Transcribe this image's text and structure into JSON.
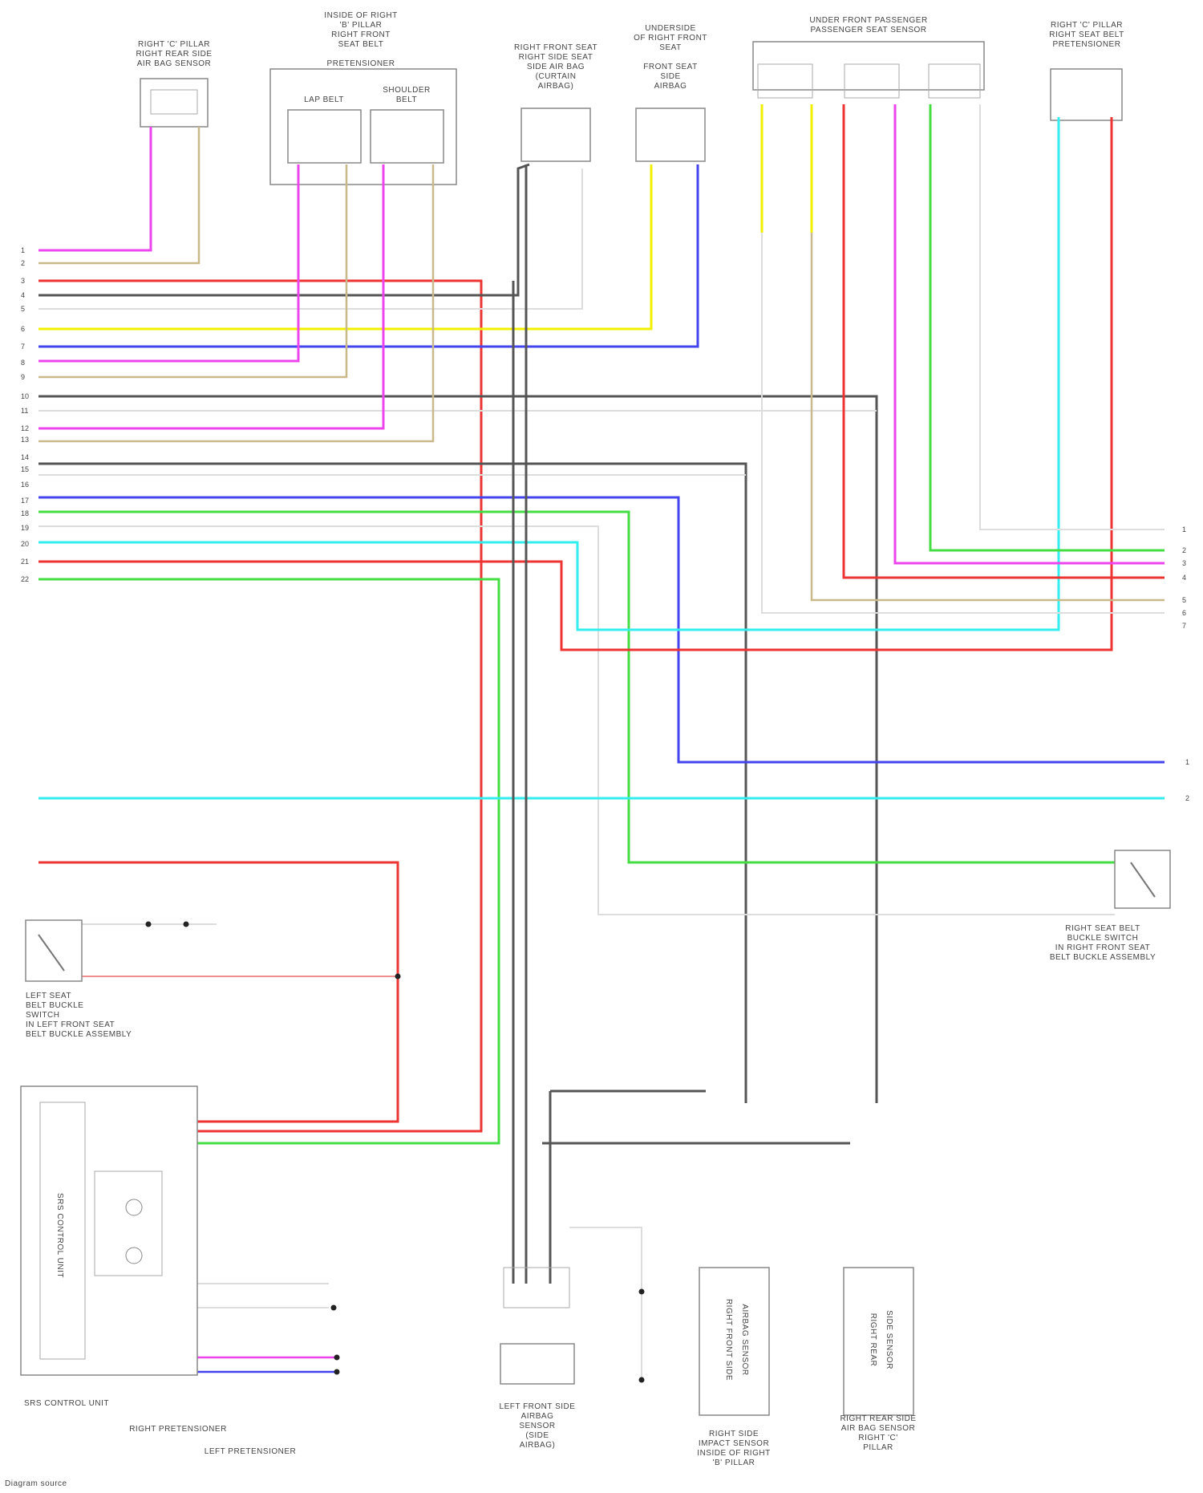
{
  "diagram": {
    "background": "#ffffff",
    "wire_colors": {
      "pink": "#ee44ee",
      "tan": "#c8b88a",
      "red": "#ee3333",
      "gray": "#888888",
      "darkgray": "#555555",
      "yellow": "#f0f000",
      "blue": "#4444ee",
      "green": "#44dd44",
      "cyan": "#33eeee",
      "white": "#dddddd",
      "lightred": "#f09090"
    },
    "components": [
      {
        "id": "rear-pillar-sensor-right",
        "label": "RIGHT 'C' PILLAR / RIGHT REAR SIDE / AIR BAG SENSOR"
      },
      {
        "id": "seat-belt-pretensioner-right",
        "label": "INSIDE OF RIGHT 'B' PILLAR / RIGHT FRONT SEAT BELT PRETENSIONER"
      },
      {
        "id": "side-airbag-right",
        "label": "RIGHT FRONT SEAT / RIGHT SIDE / AIRBAG"
      },
      {
        "id": "front-passenger-airbag",
        "label": "UNDERSIDE OF RIGHT FRONT / SEAT / PASSENGER / AIRBAG"
      },
      {
        "id": "occupant-detection-module",
        "label": "UNDER FRONT PASSENGER / PASSENGER SEAT SENSOR"
      },
      {
        "id": "right-seat-belt-pretensioner",
        "label": "RIGHT 'C' PILLAR / RIGHT SEAT BELT / PRETENSIONER"
      },
      {
        "id": "right-seat-belt-buckle-switch",
        "label": "RIGHT SEAT BELT / BUCKLE SWITCH"
      },
      {
        "id": "left-seat-belt-buckle-switch",
        "label": "LEFT SEAT BELT BUCKLE / SWITCH"
      },
      {
        "id": "srs-control-unit",
        "label": "SRS CONTROL UNIT"
      },
      {
        "id": "airbag-sensor-left",
        "label": "LEFT FRONT / SIDE AIR BAG SENSOR"
      },
      {
        "id": "airbag-sensor-right-front",
        "label": "RIGHT FRONT SIDE / AIR BAG SENSOR"
      },
      {
        "id": "rear-airbag-sensor",
        "label": "RIGHT REAR SIDE / AIR BAG SENSOR"
      }
    ],
    "left_pin_numbers": [
      "1",
      "2",
      "3",
      "4",
      "5",
      "6",
      "7",
      "8",
      "9",
      "10",
      "11",
      "12",
      "13",
      "14",
      "15",
      "16",
      "17",
      "18",
      "19",
      "20",
      "21",
      "22"
    ],
    "right_pin_numbers": [
      "1",
      "2",
      "3",
      "4",
      "5",
      "6",
      "7"
    ],
    "far_right_pin_numbers": [
      "1",
      "2"
    ],
    "bottom_labels": [
      "RIGHT PRETENSIONER",
      "LEFT PRETENSIONER"
    ],
    "footer_note": "Diagram source"
  }
}
